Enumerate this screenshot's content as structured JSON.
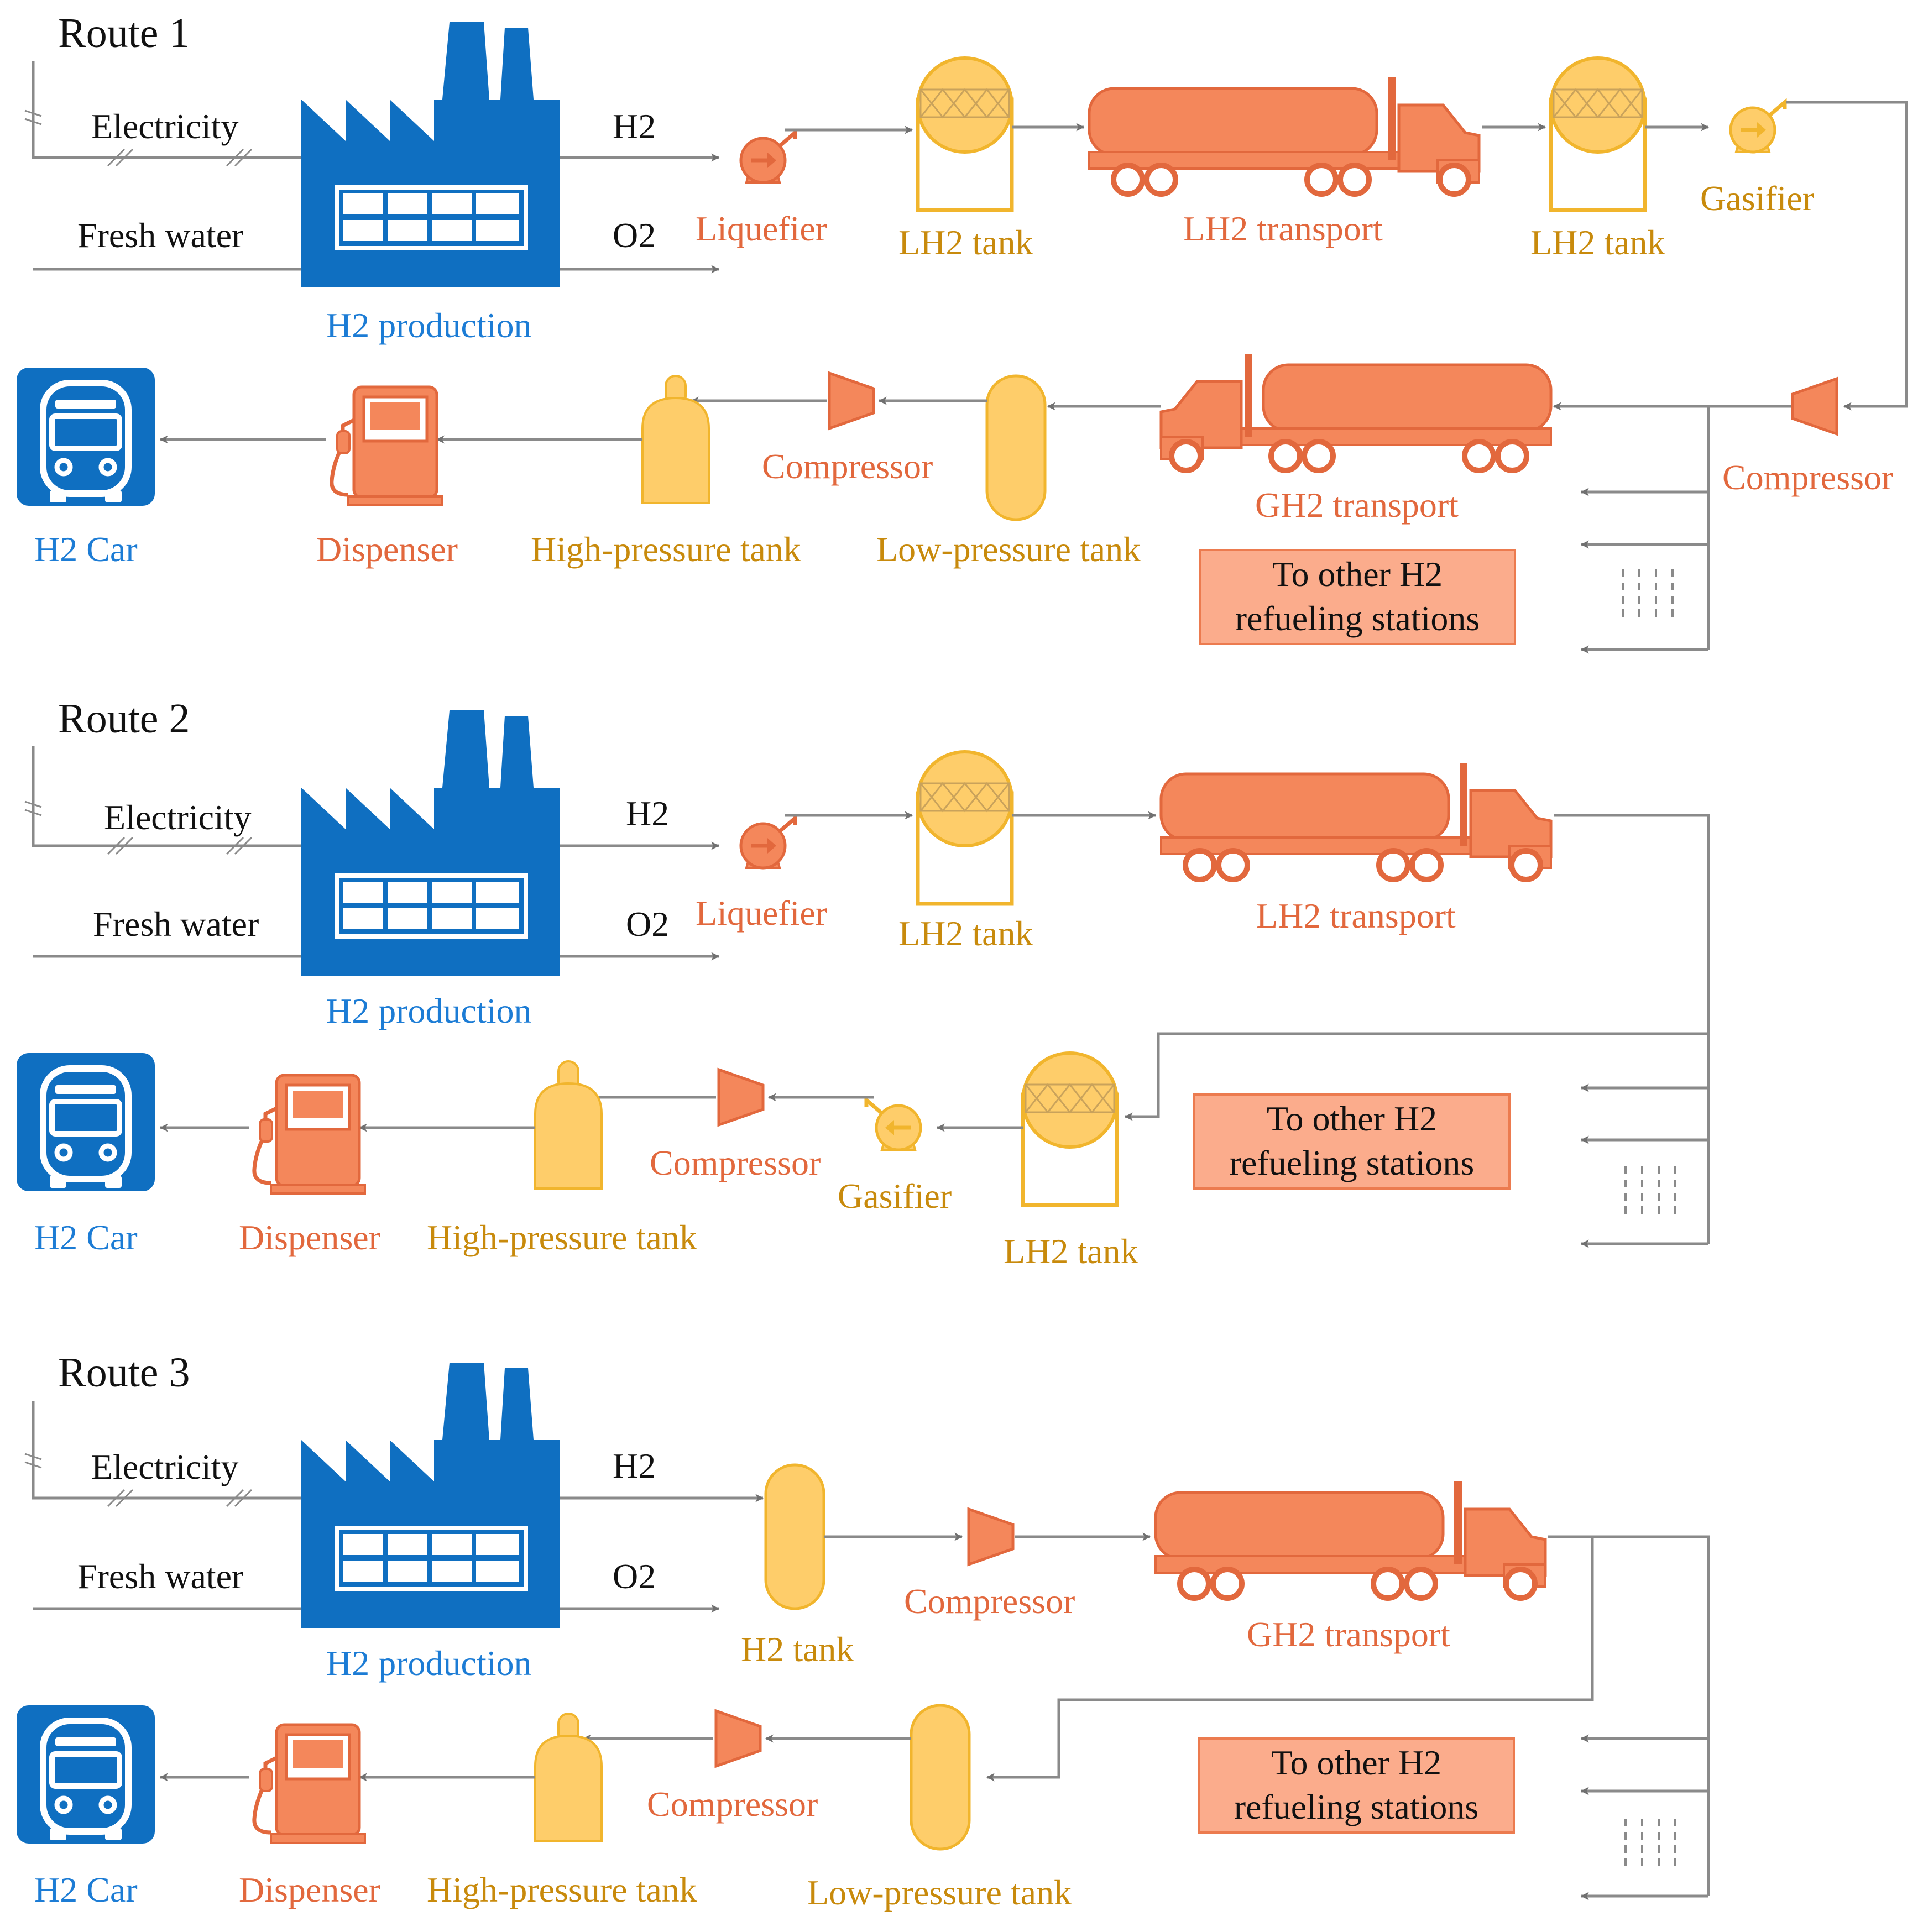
{
  "colors": {
    "blue": "#0f6fc1",
    "label_blue": "#1c7cd5",
    "orange": "#f4875b",
    "orange_stroke": "#e2683d",
    "orange_text": "#e2683d",
    "yellow": "#fecd6a",
    "yellow_stroke": "#f1b52d",
    "yellow_text": "#c88a0c",
    "box_fill": "#fbac8c",
    "box_stroke": "#ec7b4f",
    "line": "#8a8a8a",
    "arrow": "#707070",
    "text": "#111111"
  },
  "routes": [
    {
      "title": "Route  1",
      "inputs": {
        "electricity": "Electricity",
        "fresh_water": "Fresh water"
      },
      "outputs": {
        "h2": "H2",
        "o2": "O2"
      },
      "production": "H2 production",
      "top_row": {
        "liquefier": "Liquefier",
        "lh2_tank_1": "LH2 tank",
        "lh2_transport": "LH2 transport",
        "lh2_tank_2": "LH2 tank",
        "gasifier": "Gasifier"
      },
      "bottom_row": {
        "car": "H2 Car",
        "dispenser": "Dispenser",
        "high_pressure_tank": "High-pressure tank",
        "compressor_1": "Compressor",
        "low_pressure_tank": "Low-pressure tank",
        "gh2_transport": "GH2 transport",
        "compressor_2": "Compressor"
      },
      "other_stations": [
        "To other H2",
        "refueling stations"
      ]
    },
    {
      "title": "Route  2",
      "inputs": {
        "electricity": "Electricity",
        "fresh_water": "Fresh water"
      },
      "outputs": {
        "h2": "H2",
        "o2": "O2"
      },
      "production": "H2 production",
      "top_row": {
        "liquefier": "Liquefier",
        "lh2_tank": "LH2 tank",
        "lh2_transport": "LH2 transport"
      },
      "bottom_row": {
        "car": "H2 Car",
        "dispenser": "Dispenser",
        "high_pressure_tank": "High-pressure tank",
        "compressor": "Compressor",
        "gasifier": "Gasifier",
        "lh2_tank": "LH2 tank"
      },
      "other_stations": [
        "To other H2",
        "refueling stations"
      ]
    },
    {
      "title": "Route  3",
      "inputs": {
        "electricity": "Electricity",
        "fresh_water": "Fresh water"
      },
      "outputs": {
        "h2": "H2",
        "o2": "O2"
      },
      "production": "H2 production",
      "top_row": {
        "h2_tank": "H2 tank",
        "compressor": "Compressor",
        "gh2_transport": "GH2 transport"
      },
      "bottom_row": {
        "car": "H2 Car",
        "dispenser": "Dispenser",
        "high_pressure_tank": "High-pressure tank",
        "compressor": "Compressor",
        "low_pressure_tank": "Low-pressure tank"
      },
      "other_stations": [
        "To other H2",
        "refueling stations"
      ]
    }
  ]
}
